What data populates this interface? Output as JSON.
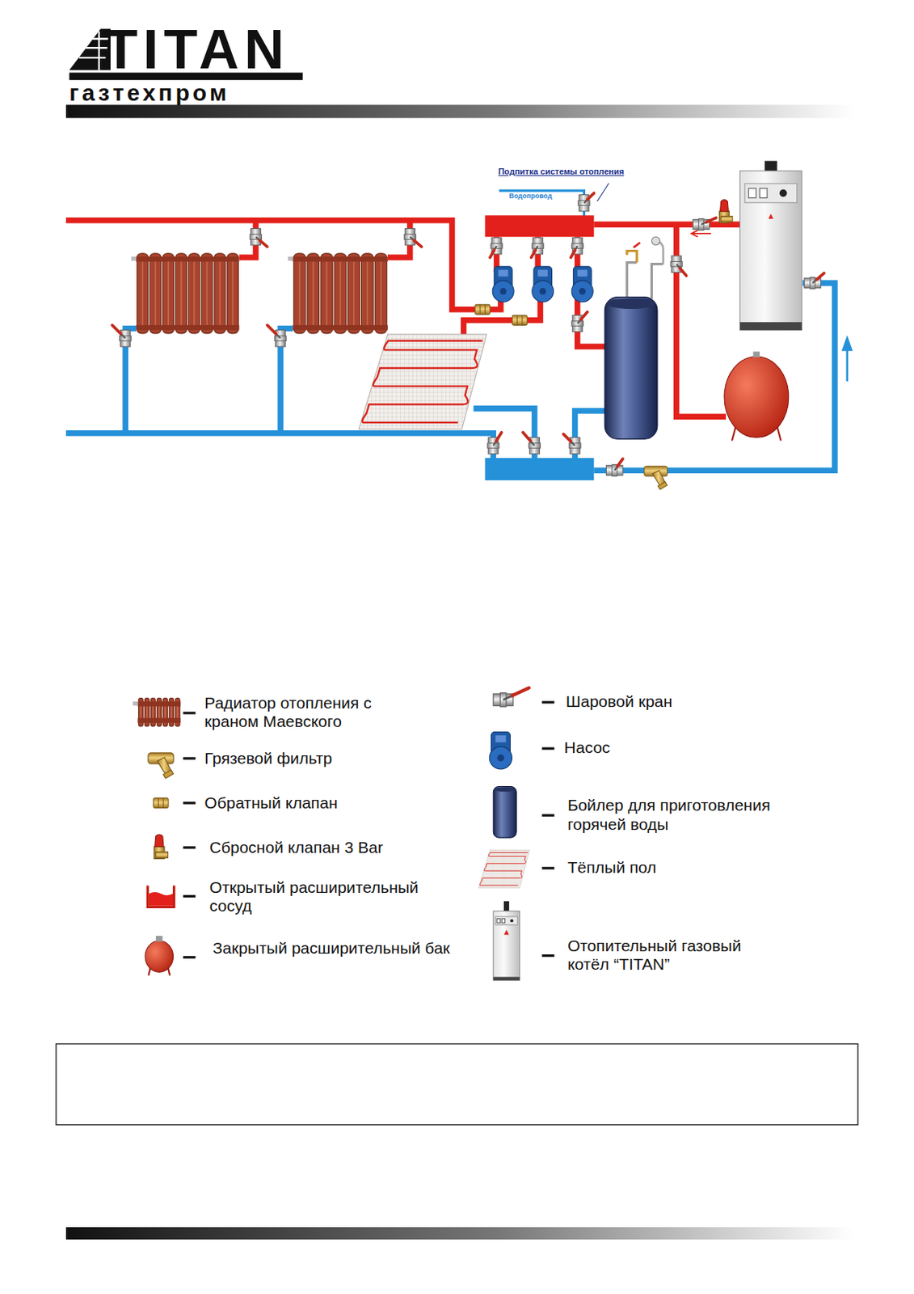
{
  "diagram": {
    "labels": [
      "TITAN",
      "газтехпром",
      "Подпитка системы отопления",
      "Водопровод"
    ],
    "legend": [
      {
        "text": "Радиатор отопления с краном Маевского"
      },
      {
        "text": "Грязевой фильтр"
      },
      {
        "text": "Обратный клапан"
      },
      {
        "text": "Сбросной клапан 3 Bar"
      },
      {
        "text": "Открытый расширительный сосуд"
      },
      {
        "text": "Закрытый расширительный бак"
      },
      {
        "text": "Шаровой кран"
      },
      {
        "text": "Насос"
      },
      {
        "text": "Бойлер для приготовления горячей воды"
      },
      {
        "text": "Тёплый пол"
      },
      {
        "text": "Отопительный газовый котёл “TITAN”"
      }
    ]
  }
}
